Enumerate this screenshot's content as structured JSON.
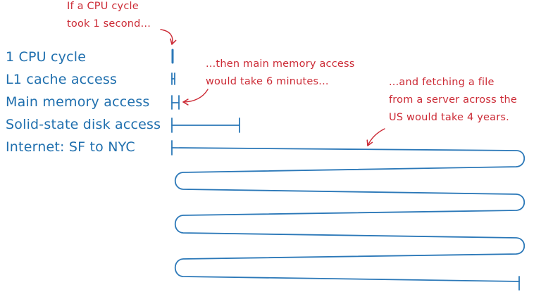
{
  "colors": {
    "label": "#1f6fae",
    "line": "#2b78b8",
    "note": "#cc2b36"
  },
  "rows": [
    {
      "label": "1 CPU cycle"
    },
    {
      "label": "L1 cache access"
    },
    {
      "label": "Main memory access"
    },
    {
      "label": "Solid-state disk access"
    },
    {
      "label": "Internet: SF to NYC"
    }
  ],
  "notes": {
    "cpu": {
      "line1": "If a CPU cycle",
      "line2": "took 1 second..."
    },
    "memory": {
      "line1": "...then main memory access",
      "line2": "would take 6 minutes..."
    },
    "internet": {
      "line1": "...and fetching a file",
      "line2": "from a server across the",
      "line3": "US would take 4 years."
    }
  }
}
